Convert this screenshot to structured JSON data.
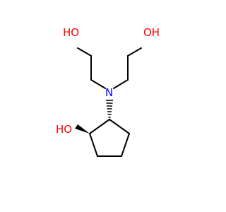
{
  "molecule": {
    "atoms": {
      "oh_left": "HO",
      "oh_right": "OH",
      "nitrogen": "N",
      "oh_ring": "HO"
    },
    "colors": {
      "bond": "#000000",
      "oxygen": "#ff0000",
      "nitrogen": "#0000ff"
    }
  }
}
